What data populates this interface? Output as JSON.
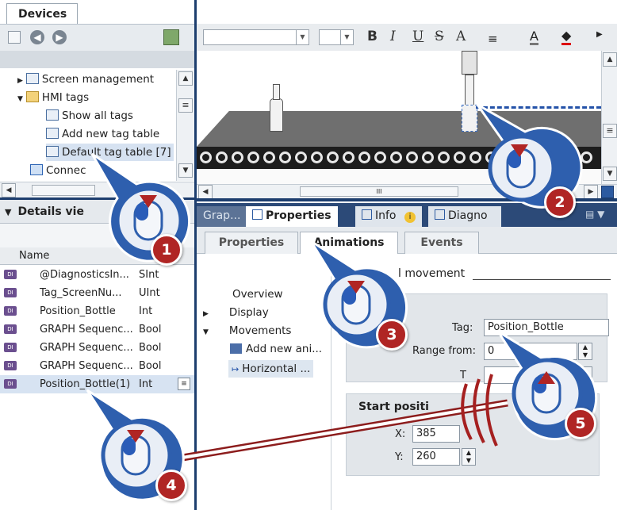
{
  "devices_tab": "Devices",
  "tree": {
    "screen_management": "Screen management",
    "hmi_tags": "HMI tags",
    "show_all_tags": "Show all tags",
    "add_new_tag_table": "Add new tag table",
    "default_tag_table": "Default tag table [7]",
    "connections": "Connec"
  },
  "details": {
    "title": "Details vie",
    "column_name": "Name",
    "rows": [
      {
        "name": "@DiagnosticsIn...",
        "type": "SInt"
      },
      {
        "name": "Tag_ScreenNu...",
        "type": "UInt"
      },
      {
        "name": "Position_Bottle",
        "type": "Int"
      },
      {
        "name": "GRAPH Sequenc...",
        "type": "Bool"
      },
      {
        "name": "GRAPH Sequenc...",
        "type": "Bool"
      },
      {
        "name": "GRAPH Sequenc...",
        "type": "Bool"
      },
      {
        "name": "Position_Bottle(1)",
        "type": "Int"
      }
    ]
  },
  "editor_toolbar": {
    "bold": "B",
    "italic": "I",
    "underline": "U",
    "strike": "S",
    "font_size": "A"
  },
  "inspector": {
    "tabs": [
      "Grap...",
      "Properties",
      "Info",
      "Diagno"
    ],
    "subtabs": [
      "Properties",
      "Animations",
      "Events"
    ],
    "nav": [
      "Overview",
      "Display",
      "Movements",
      "Add new ani...",
      "Horizontal ..."
    ],
    "section_title": "l movement",
    "tag_label": "Tag:",
    "tag_value": "Position_Bottle",
    "range_from_label": "Range from:",
    "range_from_value": "0",
    "to_label": "T",
    "start_position_title": "Start positi",
    "x_label": "X:",
    "x_value": "385",
    "y_label": "Y:",
    "y_value": "260"
  },
  "callouts": [
    "1",
    "2",
    "3",
    "4",
    "5"
  ],
  "colors": {
    "splitter": "#1d3e6e",
    "badge": "#b02524",
    "callout_ring": "#2e5fae",
    "inspector_header": "#2c4a78"
  }
}
